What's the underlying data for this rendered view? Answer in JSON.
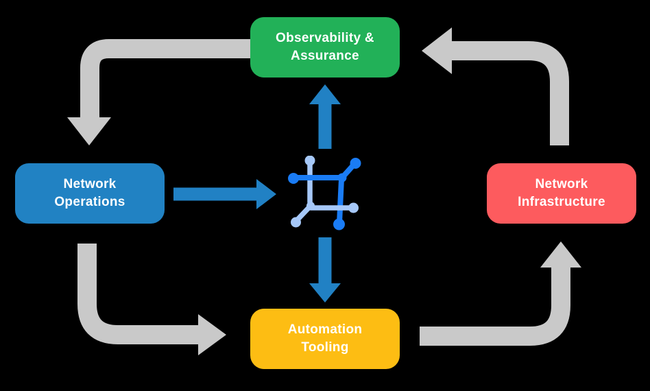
{
  "diagram": {
    "background_color": "#000000",
    "nodes": {
      "observability": {
        "label": "Observability &\nAssurance",
        "color": "#22b158",
        "text_color": "#ffffff"
      },
      "operations": {
        "label": "Network\nOperations",
        "color": "#2182c3",
        "text_color": "#ffffff"
      },
      "infrastructure": {
        "label": "Network\nInfrastructure",
        "color": "#fd5b5e",
        "text_color": "#ffffff"
      },
      "automation": {
        "label": "Automation\nTooling",
        "color": "#fdbd13",
        "text_color": "#ffffff"
      }
    },
    "arrows": {
      "cycle_color": "#c9c9c9",
      "flow_color": "#2181c4",
      "connections": [
        {
          "from": "observability",
          "to": "operations",
          "type": "cycle"
        },
        {
          "from": "operations",
          "to": "automation",
          "type": "cycle"
        },
        {
          "from": "automation",
          "to": "infrastructure",
          "type": "cycle"
        },
        {
          "from": "infrastructure",
          "to": "observability",
          "type": "cycle"
        },
        {
          "from": "operations",
          "to": "platform-icon",
          "type": "flow"
        },
        {
          "from": "platform-icon",
          "to": "observability",
          "type": "flow"
        },
        {
          "from": "platform-icon",
          "to": "automation",
          "type": "flow"
        }
      ]
    },
    "center_icon": {
      "name": "network-platform-icon",
      "dark_blue": "#1a7cf5",
      "light_blue": "#a6c8f8"
    }
  }
}
